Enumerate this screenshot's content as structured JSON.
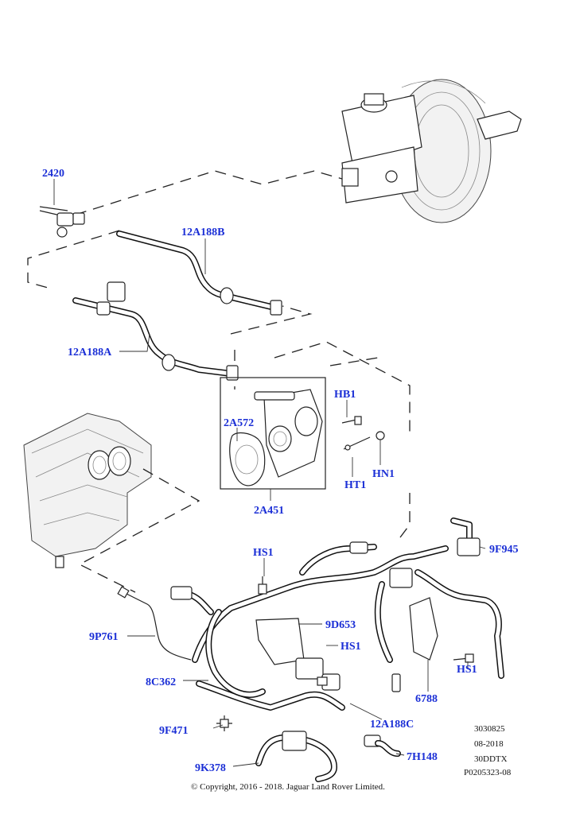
{
  "callouts": {
    "c2420": "2420",
    "c12A188B": "12A188B",
    "c12A188A": "12A188A",
    "cHB1": "HB1",
    "c2A572": "2A572",
    "cHT1": "HT1",
    "cHN1": "HN1",
    "c2A451": "2A451",
    "cHS1a": "HS1",
    "c9F945": "9F945",
    "c9D653": "9D653",
    "cHS1b": "HS1",
    "cHS1c": "HS1",
    "c9P761": "9P761",
    "c8C362": "8C362",
    "c6788": "6788",
    "c9F471": "9F471",
    "c12A188C": "12A188C",
    "c7H148": "7H148",
    "c9K378": "9K378"
  },
  "reference": {
    "line1": "3030825",
    "line2": "08-2018",
    "line3": "30DDTX",
    "line4": "P0205323-08"
  },
  "copyright": "© Copyright, 2016 - 2018. Jaguar Land Rover Limited.",
  "colors": {
    "callout": "#1b2fd6",
    "line": "#222222",
    "background": "#ffffff"
  }
}
